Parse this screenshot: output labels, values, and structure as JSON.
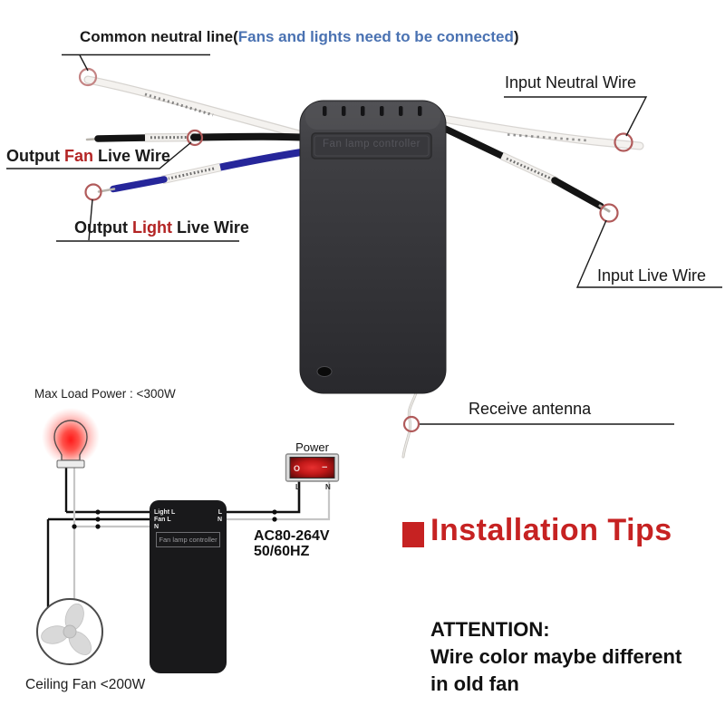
{
  "colors": {
    "highlight_blue": "#4a72b2",
    "accent_red": "#b32424",
    "title_red": "#c62222",
    "marker_red": "#b15b5b",
    "wire_blue": "#26269a"
  },
  "top_left_label": {
    "prefix": "Common neutral line(",
    "highlight": "Fans and lights need to be connected",
    "suffix": ")"
  },
  "wire_labels": {
    "output_fan": {
      "pre": "Output ",
      "accent": "Fan",
      "post": " Live Wire"
    },
    "output_light": {
      "pre": "Output ",
      "accent": "Light",
      "post": " Live Wire"
    },
    "input_neutral": "Input Neutral Wire",
    "input_live": "Input Live Wire",
    "receive_antenna": "Receive antenna"
  },
  "device": {
    "embossed_label": "Fan lamp controller"
  },
  "schematic": {
    "max_load": "Max Load Power : <300W",
    "power_switch": {
      "label": "Power",
      "rocker_off": "O",
      "rocker_on": "−",
      "terminal_l": "L",
      "terminal_n": "N"
    },
    "controller_box": {
      "terminals_left": [
        "Light L",
        "Fan L",
        "N"
      ],
      "terminals_right": [
        "L",
        "N"
      ],
      "label": "Fan lamp controller"
    },
    "voltage": {
      "line1": "AC80-264V",
      "line2": "50/60HZ"
    },
    "ceiling_fan": "Ceiling Fan <200W"
  },
  "tips": {
    "title": "Installation Tips",
    "attention": {
      "heading": "ATTENTION:",
      "line1": "Wire color maybe different",
      "line2": "in old fan"
    }
  }
}
